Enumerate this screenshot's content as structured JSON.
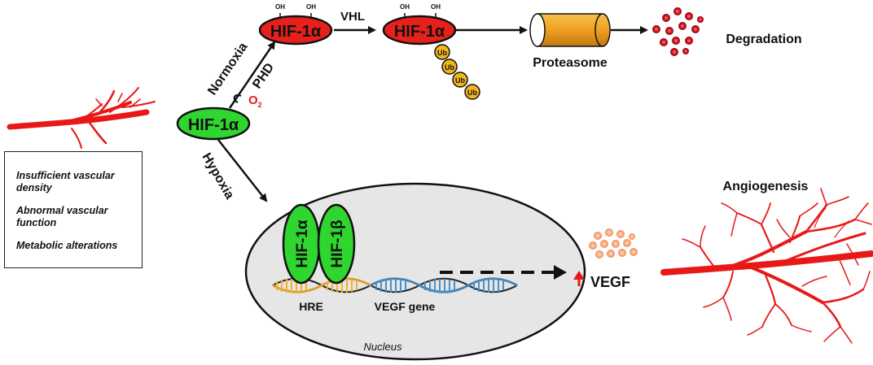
{
  "hif_label": "HIF-1α",
  "hif_beta_label": "HIF-1β",
  "oh_label": "OH",
  "vhl_label": "VHL",
  "phd_label": "PHD",
  "o2_label": "O",
  "o2_subscript": "2",
  "normoxia_label": "Normoxia",
  "hypoxia_label": "Hypoxia",
  "ub_label": "Ub",
  "proteasome_label": "Proteasome",
  "degradation_label": "Degradation",
  "angiogenesis_label": "Angiogenesis",
  "vegf_label": "VEGF",
  "hre_label": "HRE",
  "vegf_gene_label": "VEGF gene",
  "nucleus_label": "Nucleus",
  "conditions": [
    "Insufficient vascular density",
    "Abnormal vascular function",
    "Metabolic alterations"
  ],
  "colors": {
    "hif_normoxia": "#e8201b",
    "hif_active": "#2fd62f",
    "ub": "#f2b51c",
    "proteasome": "#f0a020",
    "vessel": "#e81818",
    "nucleus": "#e6e6e6",
    "degraded": "#c8101e",
    "vegf_dots": "#f4a070",
    "o2": "#e81818",
    "dna_blue": "#4a90c8",
    "dna_orange": "#f0b030"
  }
}
